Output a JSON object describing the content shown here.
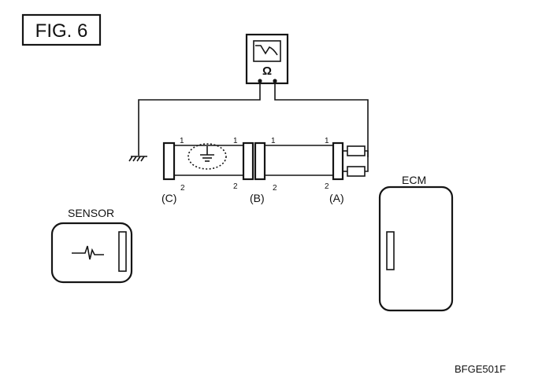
{
  "figure_label": "FIG. 6",
  "meter": {
    "symbol": "Ω",
    "icon": "ohmmeter-icon"
  },
  "connectors": {
    "c": {
      "label": "(C)",
      "pin1": "1",
      "pin2": "2"
    },
    "c_right": {
      "pin1": "1",
      "pin2": "2"
    },
    "b": {
      "label": "(B)",
      "pin1": "1",
      "pin2": "2"
    },
    "a": {
      "label": "(A)",
      "pin1": "1",
      "pin2": "2"
    }
  },
  "sensor": {
    "label": "SENSOR",
    "icon": "sensor-signal-waveform-icon"
  },
  "ecm": {
    "label": "ECM"
  },
  "ground_icon": "chassis-ground-icon",
  "shield_ground_icon": "ground-icon",
  "figure_code": "BFGE501F"
}
